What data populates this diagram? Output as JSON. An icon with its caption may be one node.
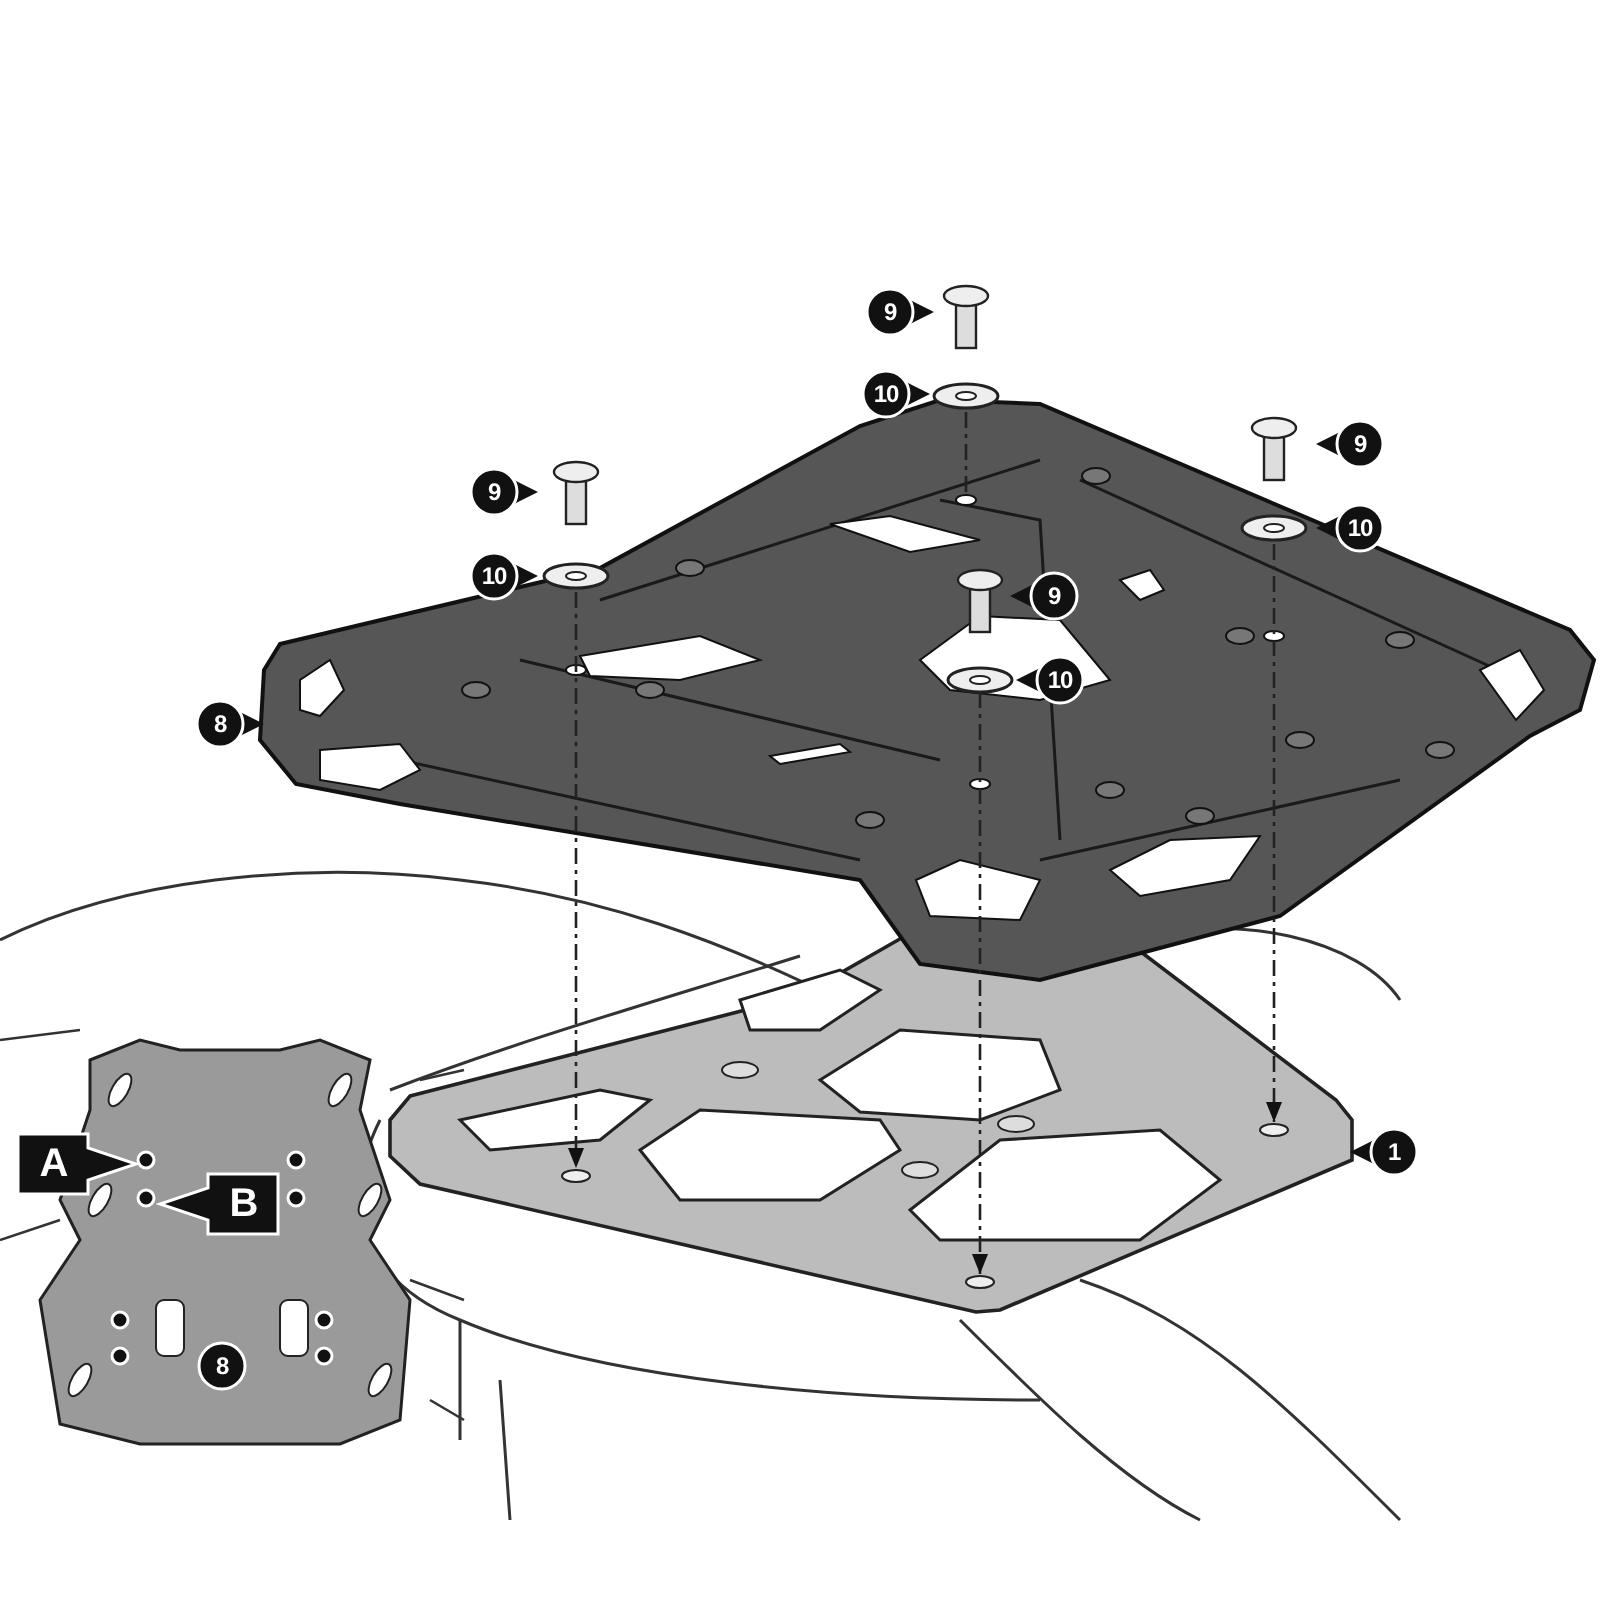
{
  "diagram": {
    "labels": [
      "9",
      "10",
      "9",
      "9",
      "10",
      "10",
      "9",
      "10",
      "8",
      "1",
      "A",
      "B",
      "8"
    ]
  }
}
